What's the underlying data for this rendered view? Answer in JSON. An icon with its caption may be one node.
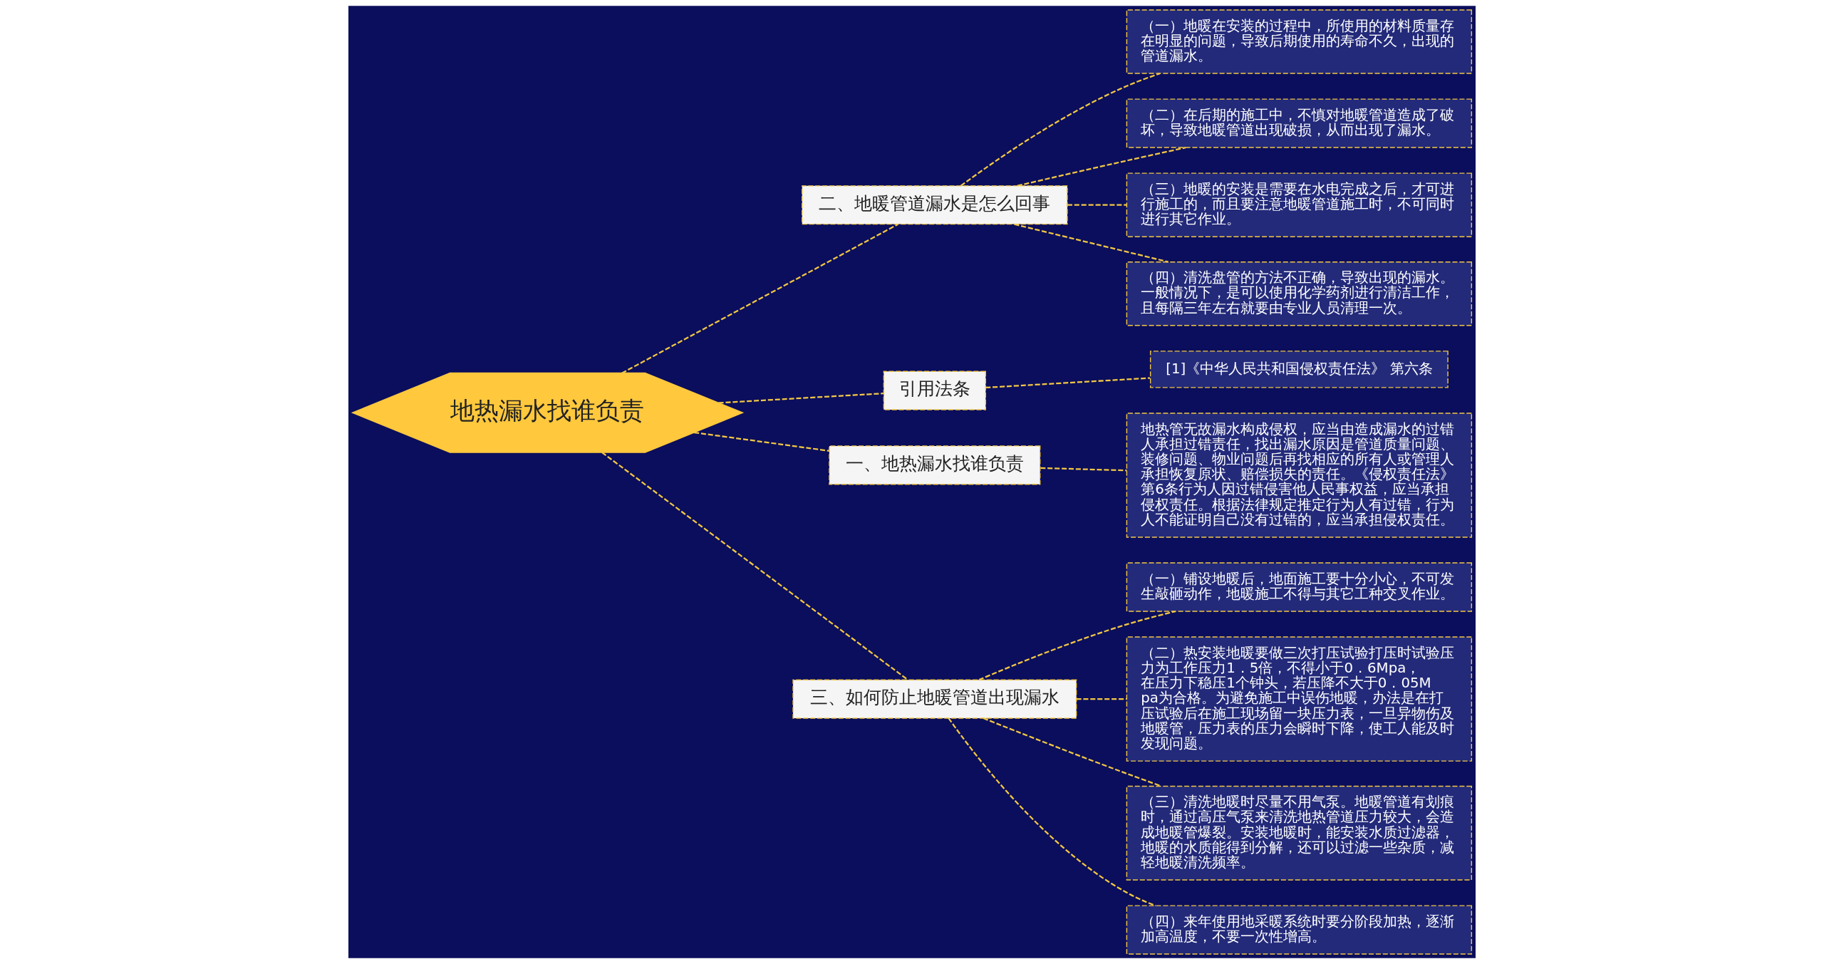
{
  "diagram": {
    "nodes": [
      {
        "text": [
          "地热漏水找谁负责"
        ]
      },
      {
        "text": [
          "二、地暖管道漏水是怎么回事"
        ]
      },
      {
        "text": [
          "（一）地暖在安装的过程中，所使用的材料质量存在明显的问题，导致后期使用的寿命不久，出现的管道漏水。"
        ]
      },
      {
        "text": [
          "（二）在后期的施工中，不慎对地暖管道造成了破坏，导致地暖管道出现破损，从而出现了漏水。"
        ]
      },
      {
        "text": [
          "（三）地暖的安装是需要在水电完成之后，才可进行施工的，而且要注意地暖管道施工时，不可同时进行其它作业。"
        ]
      },
      {
        "text": [
          "（四）清洗盘管的方法不正确，导致出现的漏水。一般情况下，是可以使用化学药剂进行清洁工作，且每隔三年左右就要由专业人员清理一次。"
        ]
      },
      {
        "text": [
          "引用法条"
        ]
      },
      {
        "text": [
          "[1]《中华人民共和国侵权责任法》 第六条"
        ]
      },
      {
        "text": [
          "一、地热漏水找谁负责"
        ]
      },
      {
        "text": [
          "地热管无故漏水构成侵权，应当由造成漏水的过错人承担过错责任，找出漏水原因是管道质量问题、装修问题、物业问题后再找相应的所有人或管理人承担恢复原状、赔偿损失的责任。《侵权责任法》第6条行为人因过错侵害他人民事权益，应当承担侵权责任。根据法律规定推定行为人有过错，行为人不能证明自己没有过错的，应当承担侵权责任。"
        ]
      },
      {
        "text": [
          "三、如何防止地暖管道出现漏水"
        ]
      },
      {
        "text": [
          "（一）铺设地暖后，地面施工要十分小心，不可发生敲砸动作，地暖施工不得与其它工种交叉作业。"
        ]
      },
      {
        "text": [
          "（二）热安装地暖要做三次打压试验打压时试验压力为工作压力1．5倍，不得小于0．6Mpa，在压力下稳压1个钟头，若压降不大于0．05Mpa为合格。为避免施工中误伤地暖，办法是在打压试验后在施工现场留一块压力表，一旦异物伤及地暖管，压力表的压力会瞬时下降，使工人能及时发现问题。"
        ]
      },
      {
        "text": [
          "（三）清洗地暖时尽量不用气泵。地暖管道有划痕时，通过高压气泵来清洗地热管道压力较大，会造成地暖管爆裂。安装地暖时，能安装水质过滤器，地暖的水质能得到分解，还可以过滤一些杂质，减轻地暖清洗频率。"
        ]
      },
      {
        "text": [
          "（四）来年使用地采暖系统时要分阶段加热，逐渐加高温度，不要一次性增高。"
        ]
      }
    ],
    "edges": [
      {
        "from": 0,
        "to": 1,
        "arrow": "none",
        "style": "dashed"
      },
      {
        "from": 1,
        "to": 2,
        "arrow": "none",
        "style": "dashed"
      },
      {
        "from": 1,
        "to": 3,
        "arrow": "none",
        "style": "dashed"
      },
      {
        "from": 1,
        "to": 4,
        "arrow": "none",
        "style": "dashed"
      },
      {
        "from": 1,
        "to": 5,
        "arrow": "none",
        "style": "dashed"
      },
      {
        "from": 0,
        "to": 6,
        "arrow": "none",
        "style": "dashed"
      },
      {
        "from": 6,
        "to": 7,
        "arrow": "none",
        "style": "dashed"
      },
      {
        "from": 0,
        "to": 8,
        "arrow": "none",
        "style": "dashed"
      },
      {
        "from": 8,
        "to": 9,
        "arrow": "none",
        "style": "dashed"
      },
      {
        "from": 0,
        "to": 10,
        "arrow": "none",
        "style": "dashed"
      },
      {
        "from": 10,
        "to": 11,
        "arrow": "none",
        "style": "dashed"
      },
      {
        "from": 10,
        "to": 12,
        "arrow": "none",
        "style": "dashed"
      },
      {
        "from": 10,
        "to": 13,
        "arrow": "none",
        "style": "dashed"
      },
      {
        "from": 10,
        "to": 14,
        "arrow": "none",
        "style": "dashed"
      }
    ]
  }
}
